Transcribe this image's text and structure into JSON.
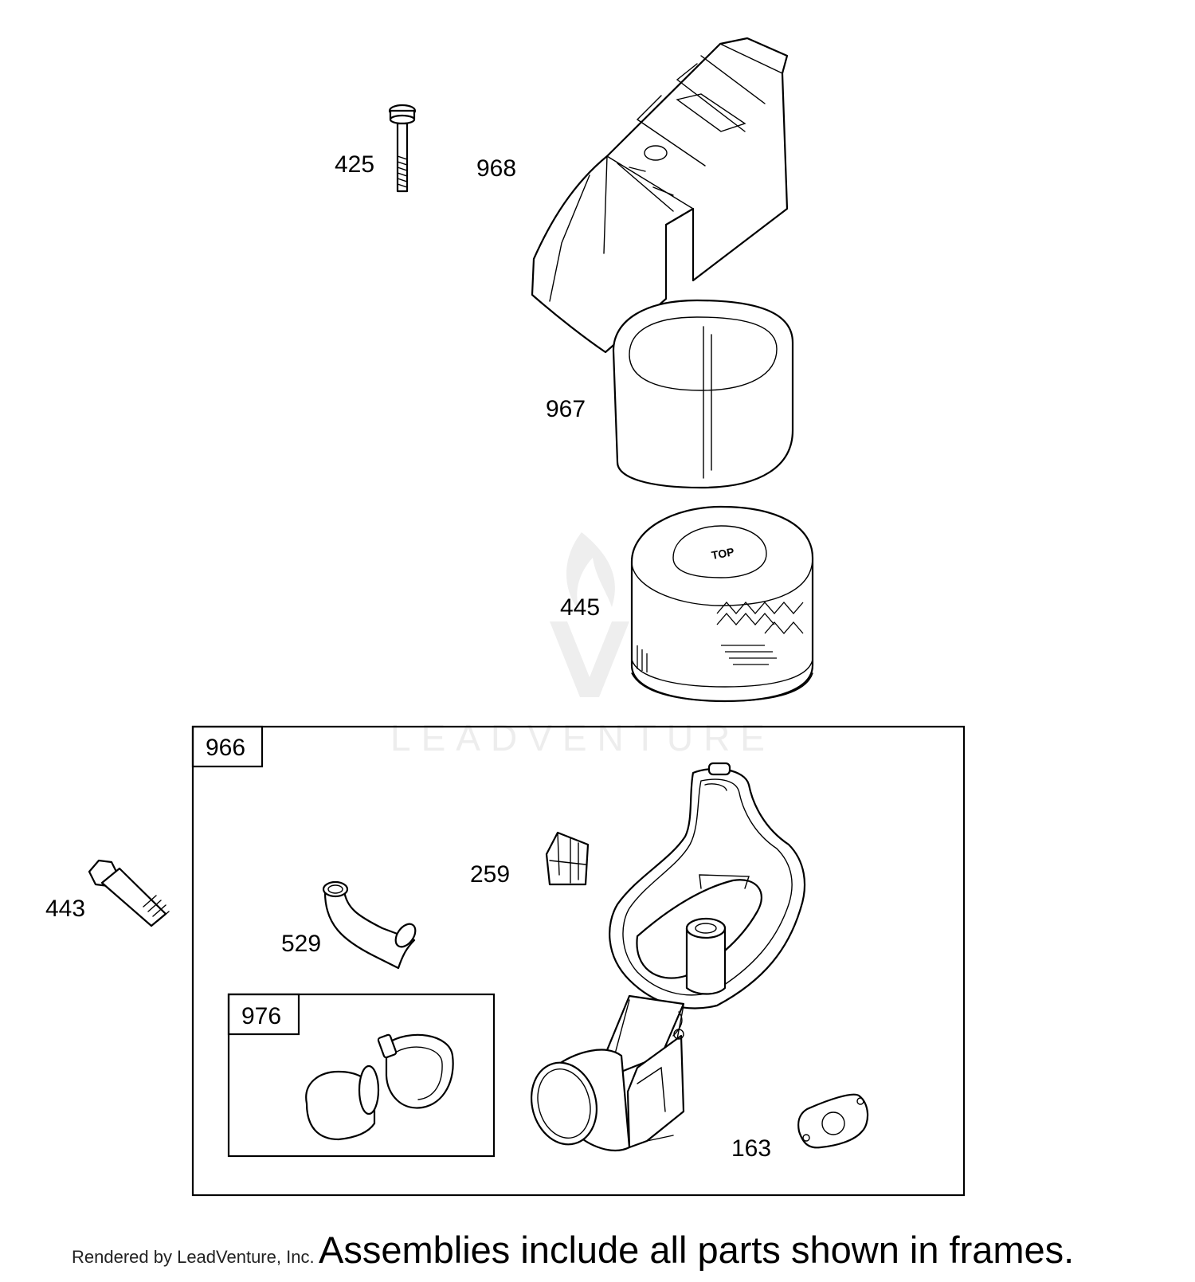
{
  "watermark": "LEADVENTURE",
  "frames": [
    {
      "id": "966"
    },
    {
      "id": "976"
    }
  ],
  "callouts": {
    "p425": "425",
    "p968": "968",
    "p967": "967",
    "p445": "445",
    "p966": "966",
    "p443": "443",
    "p259": "259",
    "p529": "529",
    "p976": "976",
    "p163": "163"
  },
  "filter_marking": "TOP",
  "footer": {
    "rendered_by": "Rendered by LeadVenture, Inc.",
    "note": "Assemblies include all parts shown in frames."
  }
}
